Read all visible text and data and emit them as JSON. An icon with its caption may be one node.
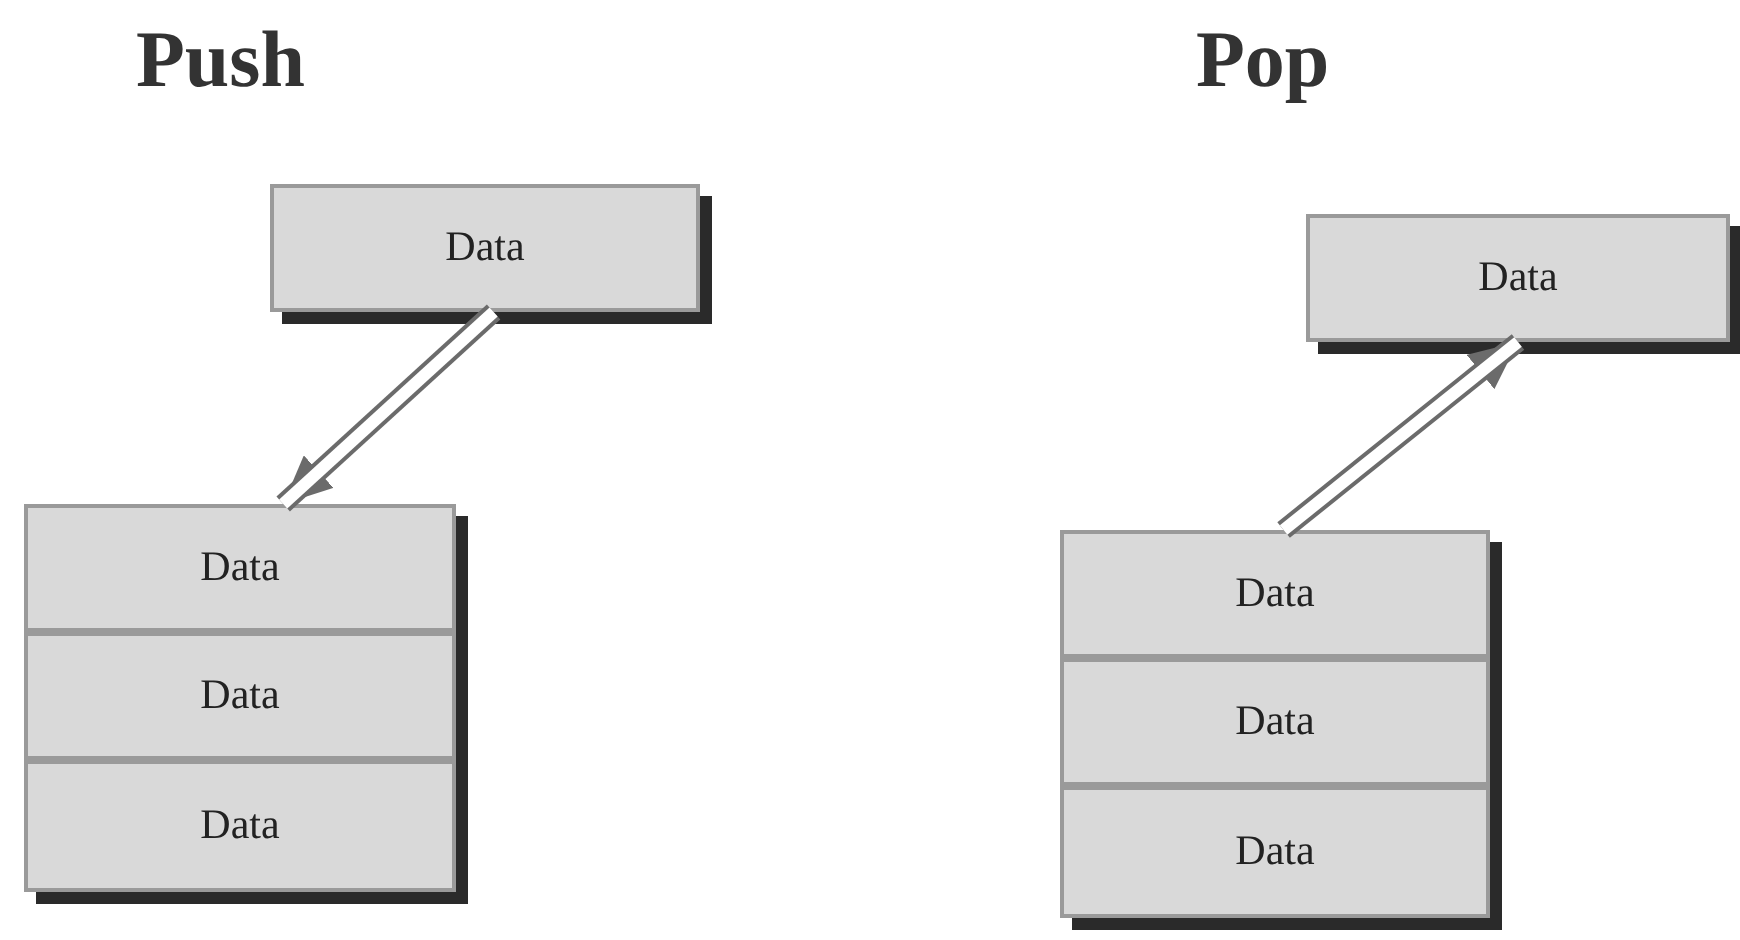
{
  "diagram": {
    "nodes": [
      {
        "text": [
          "Data"
        ]
      },
      {
        "text": [
          "Data"
        ]
      },
      {
        "text": [
          "Data"
        ]
      },
      {
        "text": [
          "Data"
        ]
      },
      {
        "text": [
          "Data"
        ]
      },
      {
        "text": [
          "Data"
        ]
      },
      {
        "text": [
          "Data"
        ]
      },
      {
        "text": [
          "Data"
        ]
      }
    ],
    "edges": [
      {
        "from": 0,
        "to": 1,
        "arrow": "to"
      },
      {
        "from": 5,
        "to": 4,
        "arrow": "to"
      }
    ],
    "labels": [
      "Push",
      "Pop"
    ]
  }
}
